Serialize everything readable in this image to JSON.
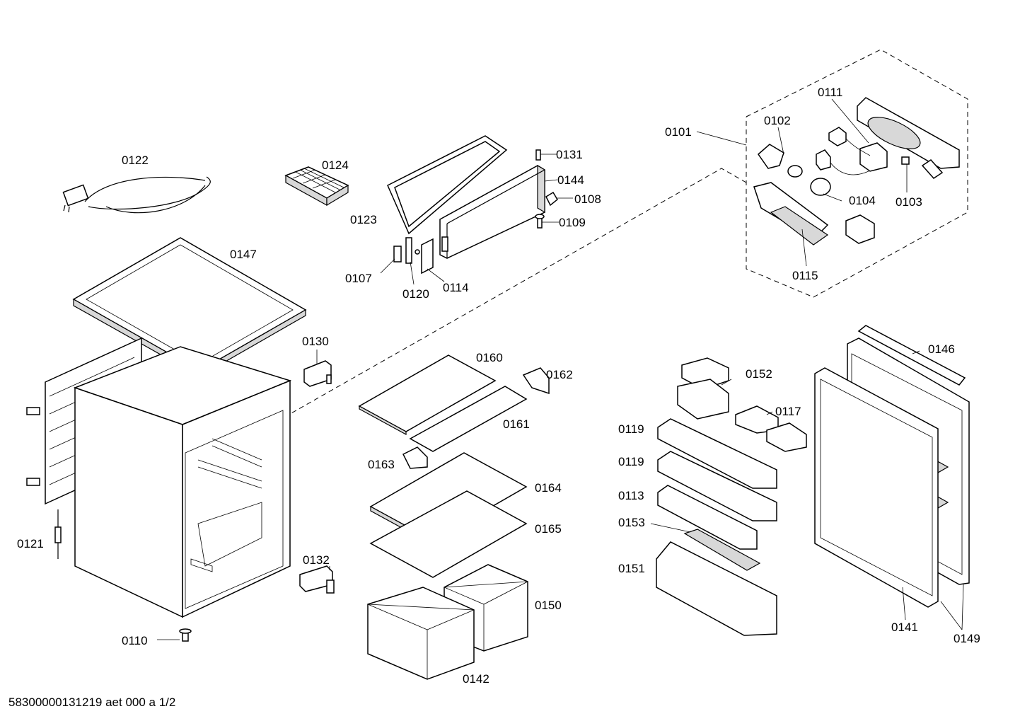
{
  "labels": {
    "p0101": "0101",
    "p0102": "0102",
    "p0103": "0103",
    "p0104": "0104",
    "p0107": "0107",
    "p0108": "0108",
    "p0109": "0109",
    "p0110": "0110",
    "p0111": "0111",
    "p0113": "0113",
    "p0114": "0114",
    "p0115": "0115",
    "p0117": "0117",
    "p0119a": "0119",
    "p0119b": "0119",
    "p0120": "0120",
    "p0121": "0121",
    "p0122": "0122",
    "p0123": "0123",
    "p0124": "0124",
    "p0130": "0130",
    "p0131": "0131",
    "p0132": "0132",
    "p0141": "0141",
    "p0142": "0142",
    "p0144": "0144",
    "p0146": "0146",
    "p0147": "0147",
    "p0149": "0149",
    "p0150": "0150",
    "p0151": "0151",
    "p0152": "0152",
    "p0153": "0153",
    "p0160": "0160",
    "p0161": "0161",
    "p0162": "0162",
    "p0163": "0163",
    "p0164": "0164",
    "p0165": "0165"
  },
  "footer": "58300000131219 aet 000 a 1/2"
}
